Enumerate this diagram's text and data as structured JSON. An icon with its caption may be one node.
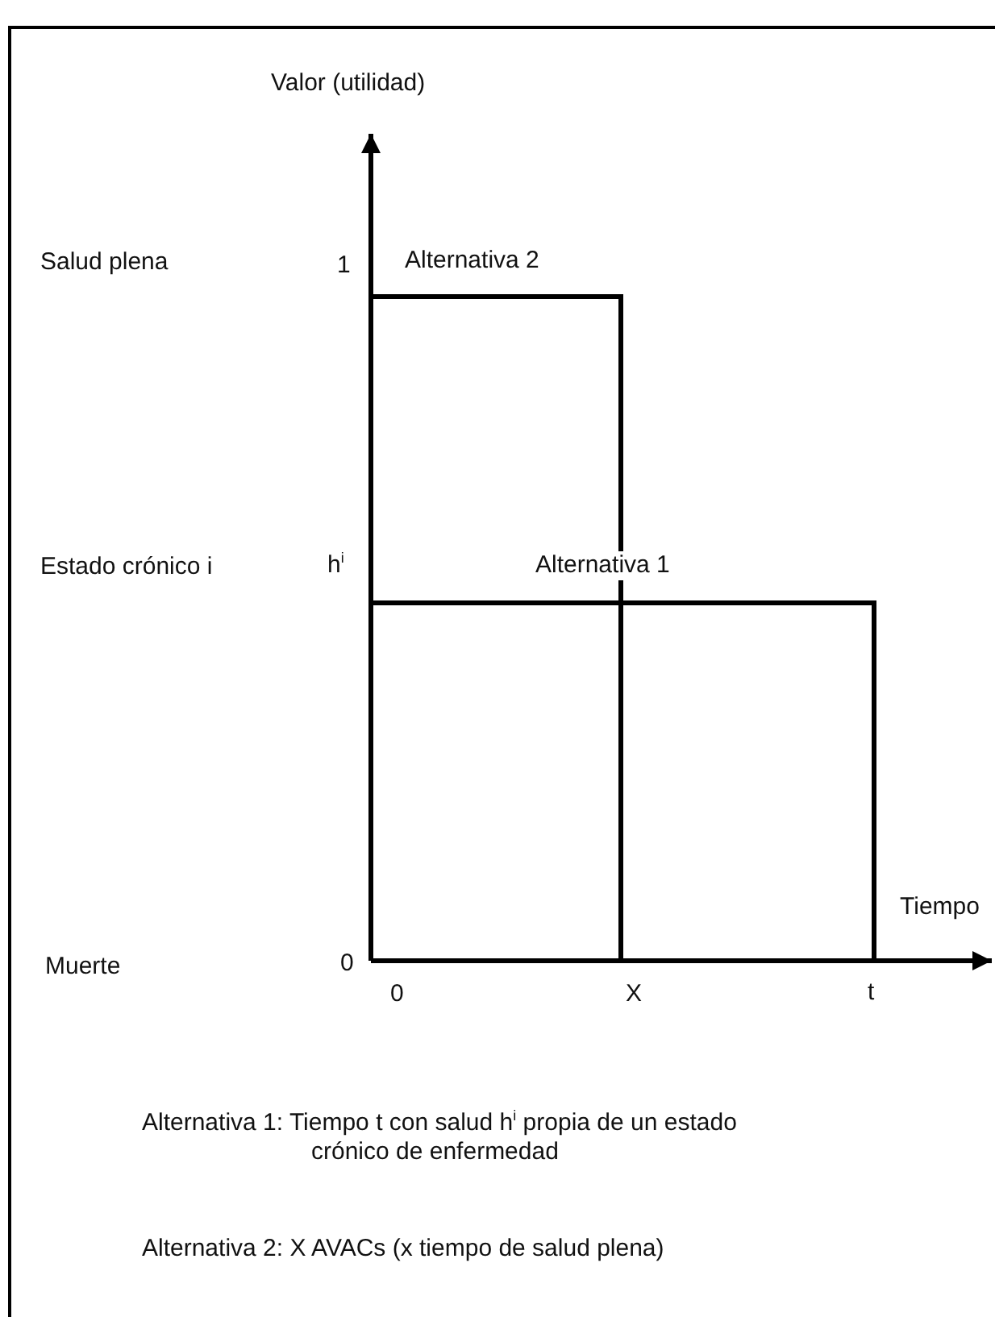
{
  "diagram": {
    "labels": [
      "Valor (utilidad)",
      "Salud plena",
      "1",
      "Alternativa 2",
      "Estado crónico i",
      "h$^{i}$",
      "Alternativa 1",
      "Tiempo",
      "Muerte",
      "0",
      "0",
      "X",
      "t",
      "Alternativa 1: Tiempo t con salud h$^{i}$ propia de un estado crónico de enfermedad",
      "Alternativa 2: X AVACs (x tiempo de salud plena)"
    ]
  }
}
